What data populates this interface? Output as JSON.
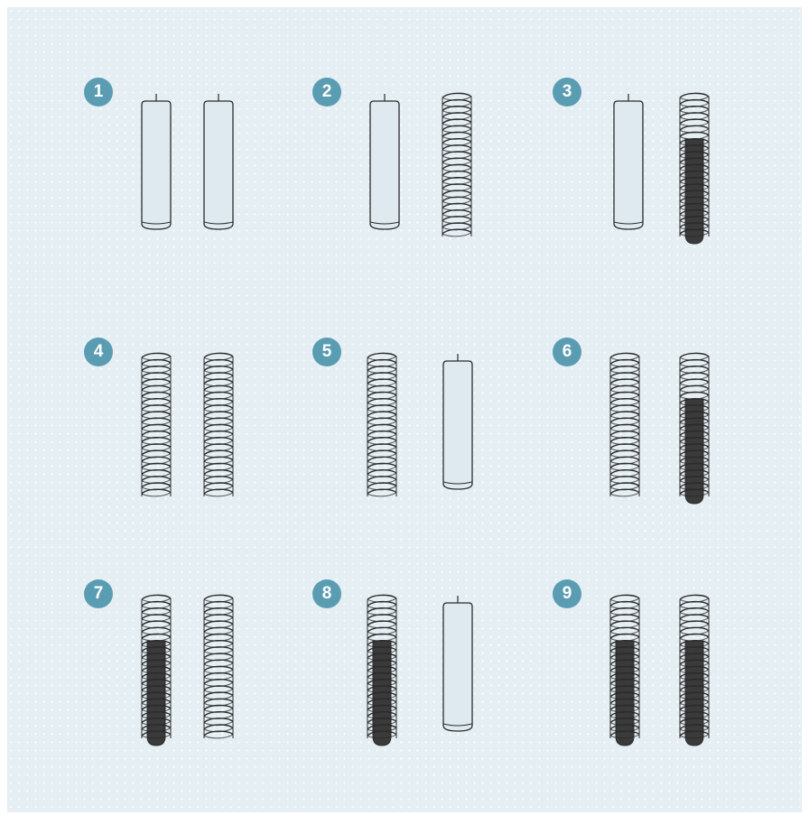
{
  "colors": {
    "background": "#e4eef3",
    "badge": "#5a9db3",
    "outline": "#2b2b2b",
    "tube_fill": "#dfeaf0",
    "core_fill": "#3a3a3a"
  },
  "variants": [
    {
      "badge": "1",
      "left": "cylinder",
      "right": "cylinder"
    },
    {
      "badge": "2",
      "left": "cylinder",
      "right": "spring"
    },
    {
      "badge": "3",
      "left": "cylinder",
      "right": "spring-core"
    },
    {
      "badge": "4",
      "left": "spring",
      "right": "spring"
    },
    {
      "badge": "5",
      "left": "spring",
      "right": "cylinder"
    },
    {
      "badge": "6",
      "left": "spring",
      "right": "spring-core"
    },
    {
      "badge": "7",
      "left": "spring-core",
      "right": "spring"
    },
    {
      "badge": "8",
      "left": "spring-core",
      "right": "cylinder"
    },
    {
      "badge": "9",
      "left": "spring-core",
      "right": "spring-core"
    }
  ]
}
